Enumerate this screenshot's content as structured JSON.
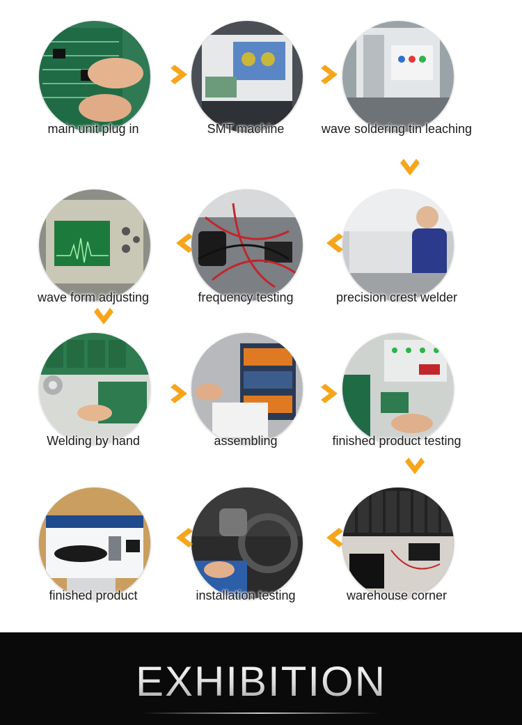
{
  "colors": {
    "arrow": "#f7a51b",
    "banner_bg": "#0a0a0a",
    "label": "#1b1b1b"
  },
  "steps": [
    {
      "label": "main unit plug in",
      "scene": "pcb-hands",
      "icon": "circuit-board-photo"
    },
    {
      "label": "SMT machine",
      "scene": "machine",
      "icon": "smt-machine-photo"
    },
    {
      "label": "wave soldering tin leaching",
      "scene": "factory",
      "icon": "wave-soldering-photo"
    },
    {
      "label": "precision crest welder",
      "scene": "worker",
      "icon": "crest-welder-photo"
    },
    {
      "label": "frequency testing",
      "scene": "wires",
      "icon": "frequency-test-photo"
    },
    {
      "label": "wave form adjusting",
      "scene": "oscilloscope",
      "icon": "oscilloscope-photo"
    },
    {
      "label": "Welding by hand",
      "scene": "solder",
      "icon": "hand-welding-photo"
    },
    {
      "label": "assembling",
      "scene": "boxes",
      "icon": "assembling-photo"
    },
    {
      "label": "finished product testing",
      "scene": "testbench",
      "icon": "test-bench-photo"
    },
    {
      "label": "warehouse corner",
      "scene": "warehouse",
      "icon": "warehouse-photo"
    },
    {
      "label": "installation testing",
      "scene": "car",
      "icon": "car-interior-photo"
    },
    {
      "label": "finished product",
      "scene": "product",
      "icon": "product-box-photo"
    }
  ],
  "arrows": [
    "right",
    "right",
    "down",
    "left",
    "left",
    "down",
    "right",
    "right",
    "down",
    "left",
    "left"
  ],
  "banner": {
    "title": "EXHIBITION"
  }
}
